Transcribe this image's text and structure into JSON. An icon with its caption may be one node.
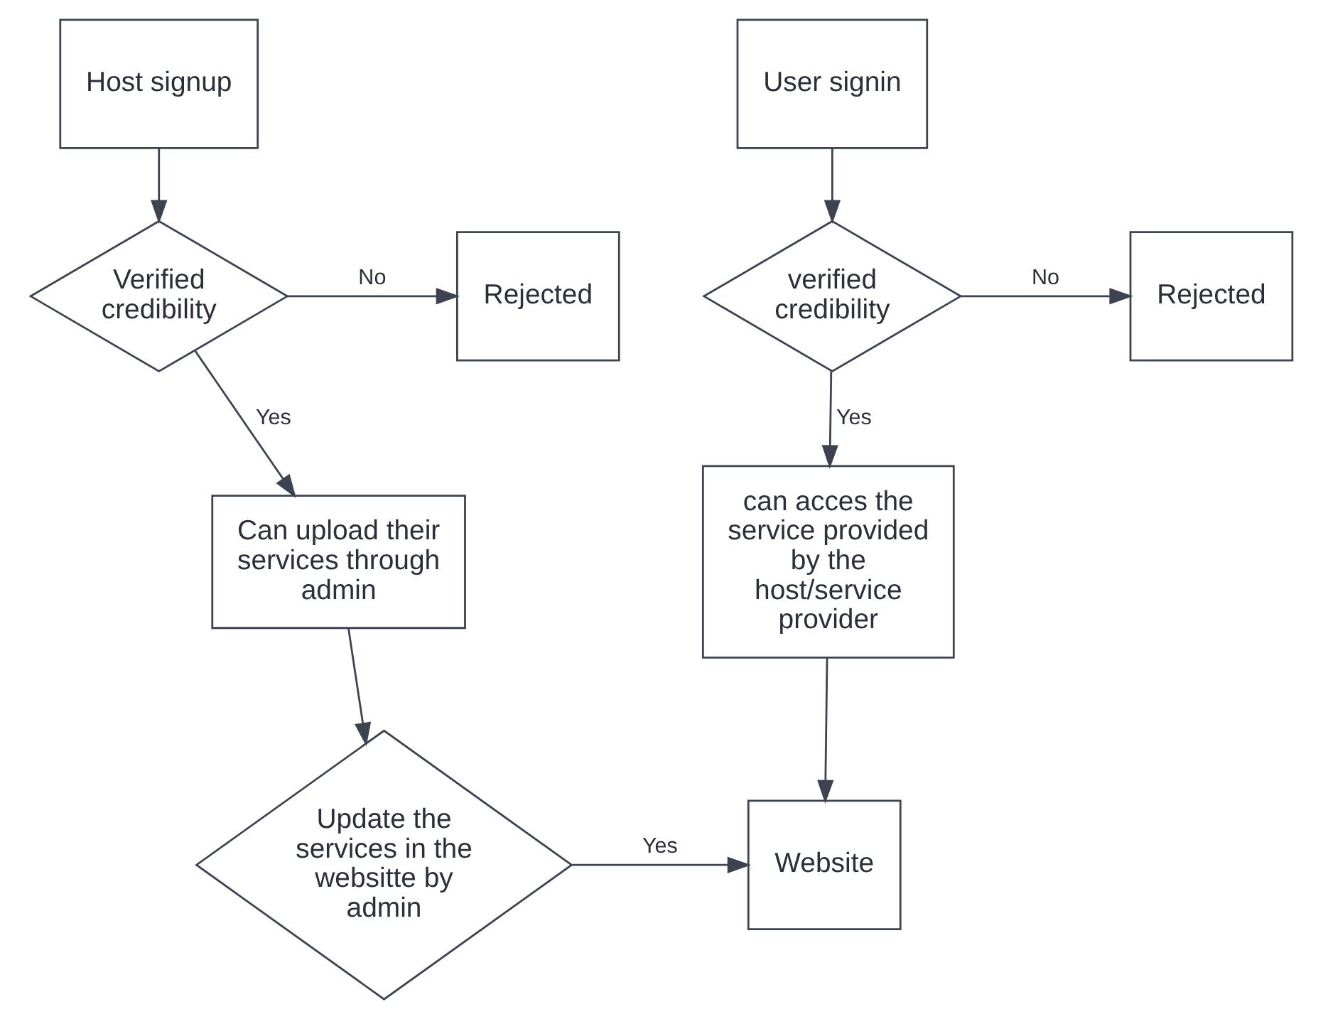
{
  "diagram": {
    "nodes": [
      {
        "text": [
          "User signin"
        ]
      },
      {
        "text": [
          "verified credibility"
        ]
      },
      {
        "text": [
          "Rejected"
        ]
      },
      {
        "text": [
          "can acces the service provided by the host/service provider"
        ]
      },
      {
        "text": [
          "Host signup"
        ]
      },
      {
        "text": [
          "Verified credibility"
        ]
      },
      {
        "text": [
          "Rejected"
        ]
      },
      {
        "text": [
          "Can upload their services through admin"
        ]
      },
      {
        "text": [
          "Update the services in the websitte by admin"
        ]
      },
      {
        "text": [
          "Website"
        ]
      }
    ],
    "edges": [
      {
        "from": 0,
        "to": 1,
        "arrow": "to"
      },
      {
        "from": 1,
        "to": 2,
        "label": "No",
        "arrow": "to"
      },
      {
        "from": 1,
        "to": 3,
        "label": "Yes",
        "arrow": "to"
      },
      {
        "from": 3,
        "to": 9,
        "arrow": "to"
      },
      {
        "from": 4,
        "to": 5,
        "arrow": "to"
      },
      {
        "from": 5,
        "to": 6,
        "label": "No",
        "arrow": "to"
      },
      {
        "from": 5,
        "to": 7,
        "label": "Yes",
        "arrow": "to"
      },
      {
        "from": 7,
        "to": 8,
        "arrow": "to"
      },
      {
        "from": 8,
        "to": 9,
        "label": "Yes",
        "arrow": "to"
      }
    ]
  }
}
